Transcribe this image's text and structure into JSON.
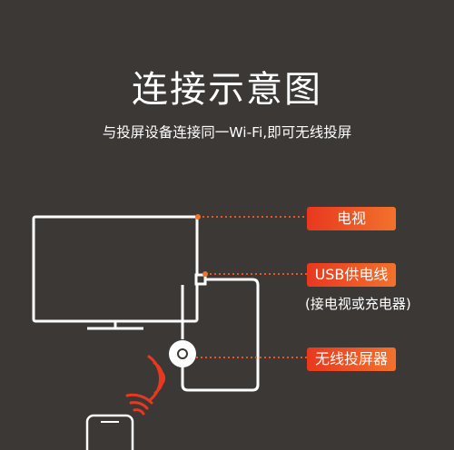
{
  "header": {
    "title": "连接示意图",
    "subtitle": "与投屏设备连接同一Wi-Fi,即可无线投屏"
  },
  "labels": {
    "tv": "电视",
    "usb": "USB供电线",
    "usb_note": "(接电视或充电器)",
    "cast": "无线投屏器"
  },
  "colors": {
    "background": "#3b3836",
    "accent_start": "#e8381f",
    "accent_end": "#f2722c",
    "line": "#ffffff",
    "dotted_connector": "#e8552a"
  }
}
